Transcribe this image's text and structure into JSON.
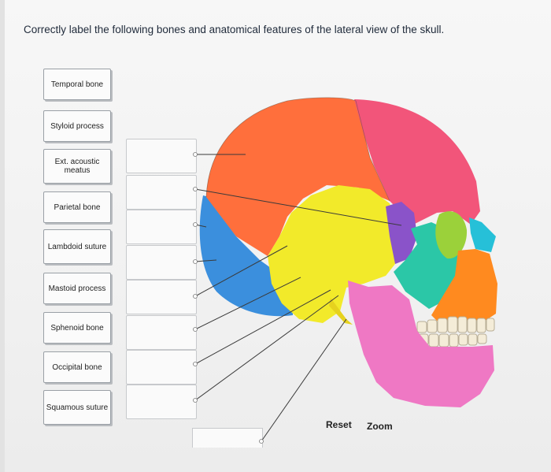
{
  "question": "Correctly label the following bones and anatomical features of the lateral view of the skull.",
  "labels": [
    "Temporal bone",
    "Styloid process",
    "Ext. acoustic meatus",
    "Parietal bone",
    "Lambdoid suture",
    "Mastoid process",
    "Sphenoid bone",
    "Occipital bone",
    "Squamous suture"
  ],
  "controls": {
    "reset": "Reset",
    "zoom": "Zoom"
  },
  "colors": {
    "parietal": "#ff6f3c",
    "frontal": "#f2557a",
    "temporal": "#f2ea2a",
    "occipital": "#3b8fdd",
    "sphenoid": "#8a53c9",
    "zygomatic": "#2bc7a7",
    "maxilla": "#ff8a1f",
    "mandible": "#ef78c4",
    "nasal": "#26c0d8"
  }
}
